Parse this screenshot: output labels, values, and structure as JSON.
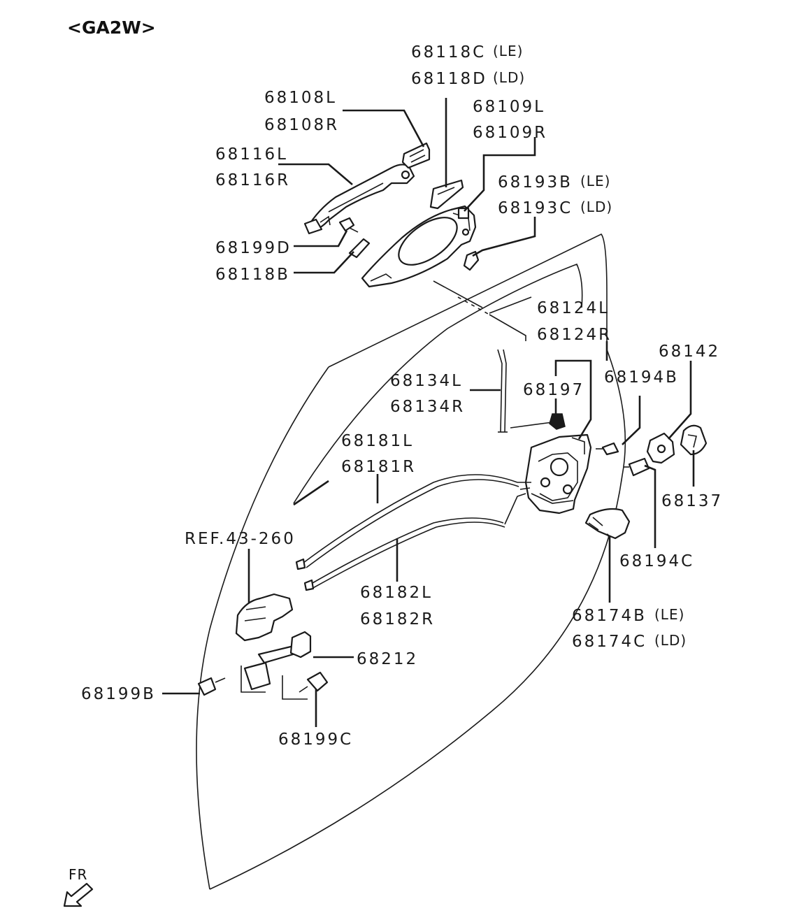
{
  "title": "<GA2W>",
  "direction": "FR",
  "labels": {
    "p68118C": "68118C",
    "p68118C_sfx": "(LE)",
    "p68118D": "68118D",
    "p68118D_sfx": "(LD)",
    "p68108L": "68108L",
    "p68108R": "68108R",
    "p68109L": "68109L",
    "p68109R": "68109R",
    "p68116L": "68116L",
    "p68116R": "68116R",
    "p68193B": "68193B",
    "p68193B_sfx": "(LE)",
    "p68193C": "68193C",
    "p68193C_sfx": "(LD)",
    "p68199D": "68199D",
    "p68118B": "68118B",
    "p68124L": "68124L",
    "p68124R": "68124R",
    "p68142": "68142",
    "p68194B": "68194B",
    "p68197": "68197",
    "p68134L": "68134L",
    "p68134R": "68134R",
    "p68181L": "68181L",
    "p68181R": "68181R",
    "p68137": "68137",
    "ref": "REF.43-260",
    "p68194C": "68194C",
    "p68182L": "68182L",
    "p68182R": "68182R",
    "p68174B": "68174B",
    "p68174B_sfx": "(LE)",
    "p68174C": "68174C",
    "p68174C_sfx": "(LD)",
    "p68212": "68212",
    "p68199B": "68199B",
    "p68199C": "68199C"
  }
}
